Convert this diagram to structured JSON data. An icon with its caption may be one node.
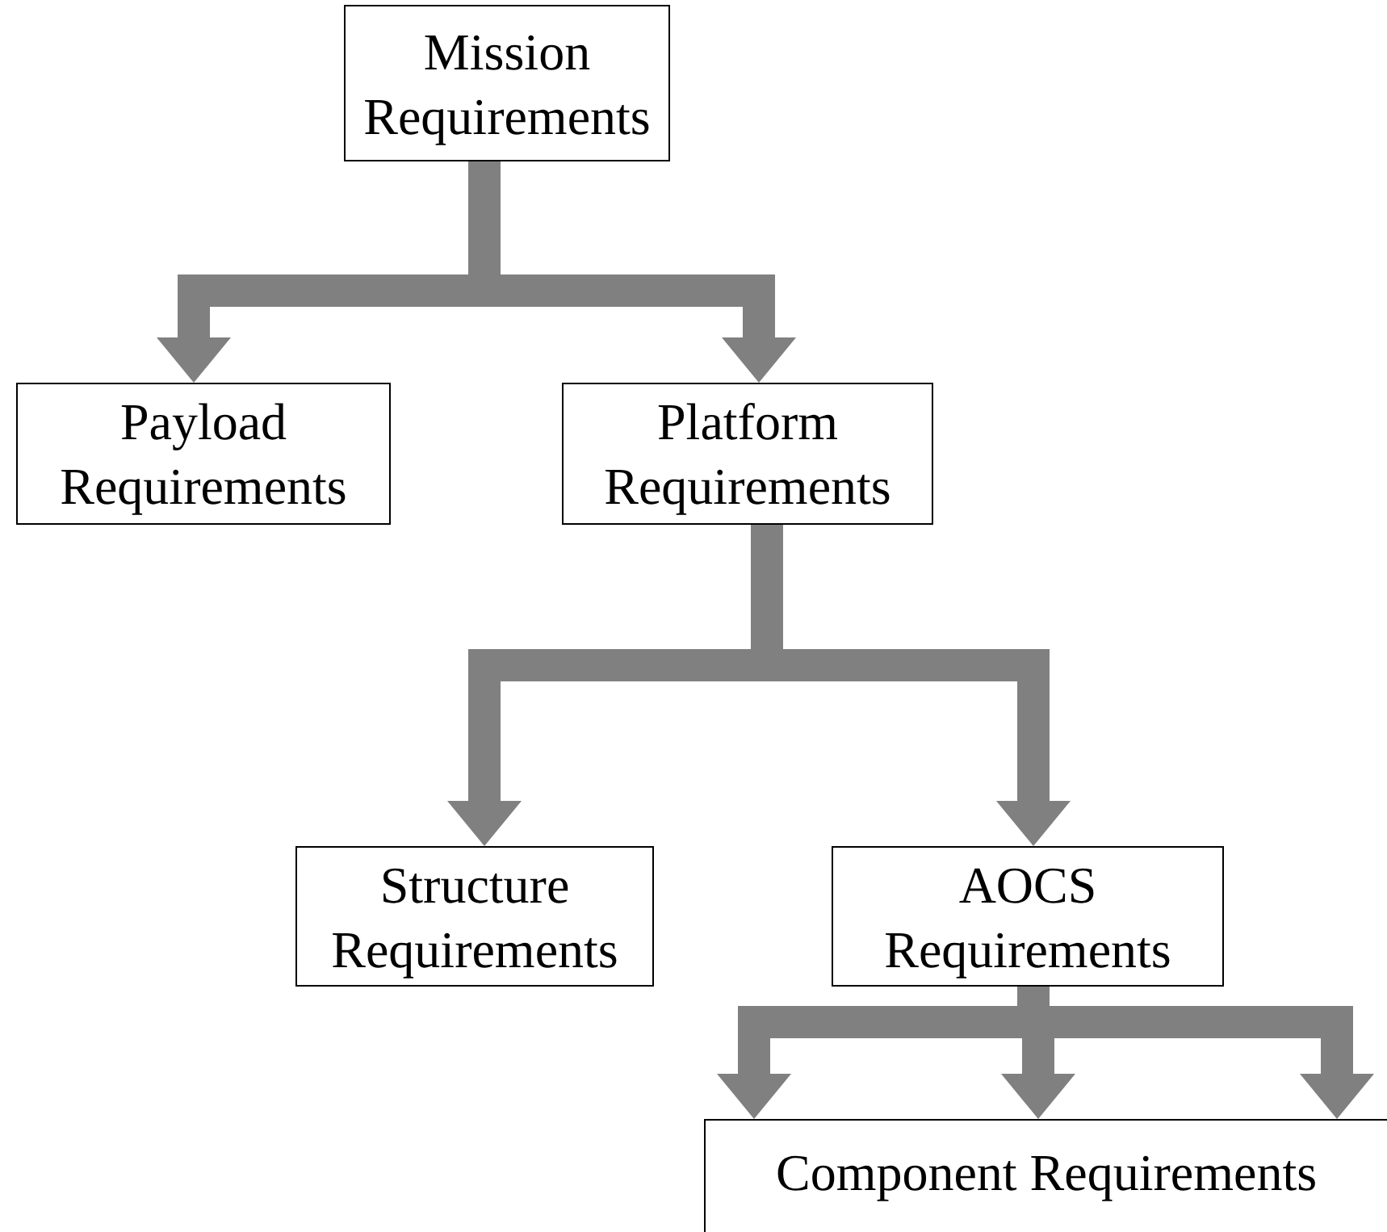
{
  "diagram": {
    "nodes": [
      {
        "text": [
          "Mission Requirements"
        ]
      },
      {
        "text": [
          "Payload Requirements"
        ]
      },
      {
        "text": [
          "Platform Requirements"
        ]
      },
      {
        "text": [
          "Structure Requirements"
        ]
      },
      {
        "text": [
          "AOCS Requirements"
        ]
      },
      {
        "text": [
          "Component Requirements"
        ]
      }
    ],
    "edges": [
      {
        "from": 0,
        "to": 1,
        "arrow": "to"
      },
      {
        "from": 0,
        "to": 2,
        "arrow": "to"
      },
      {
        "from": 2,
        "to": 3,
        "arrow": "to"
      },
      {
        "from": 2,
        "to": 4,
        "arrow": "to"
      },
      {
        "from": 4,
        "to": 5,
        "arrow": "to"
      },
      {
        "from": 4,
        "to": 5,
        "arrow": "to"
      },
      {
        "from": 4,
        "to": 5,
        "arrow": "to"
      }
    ]
  }
}
